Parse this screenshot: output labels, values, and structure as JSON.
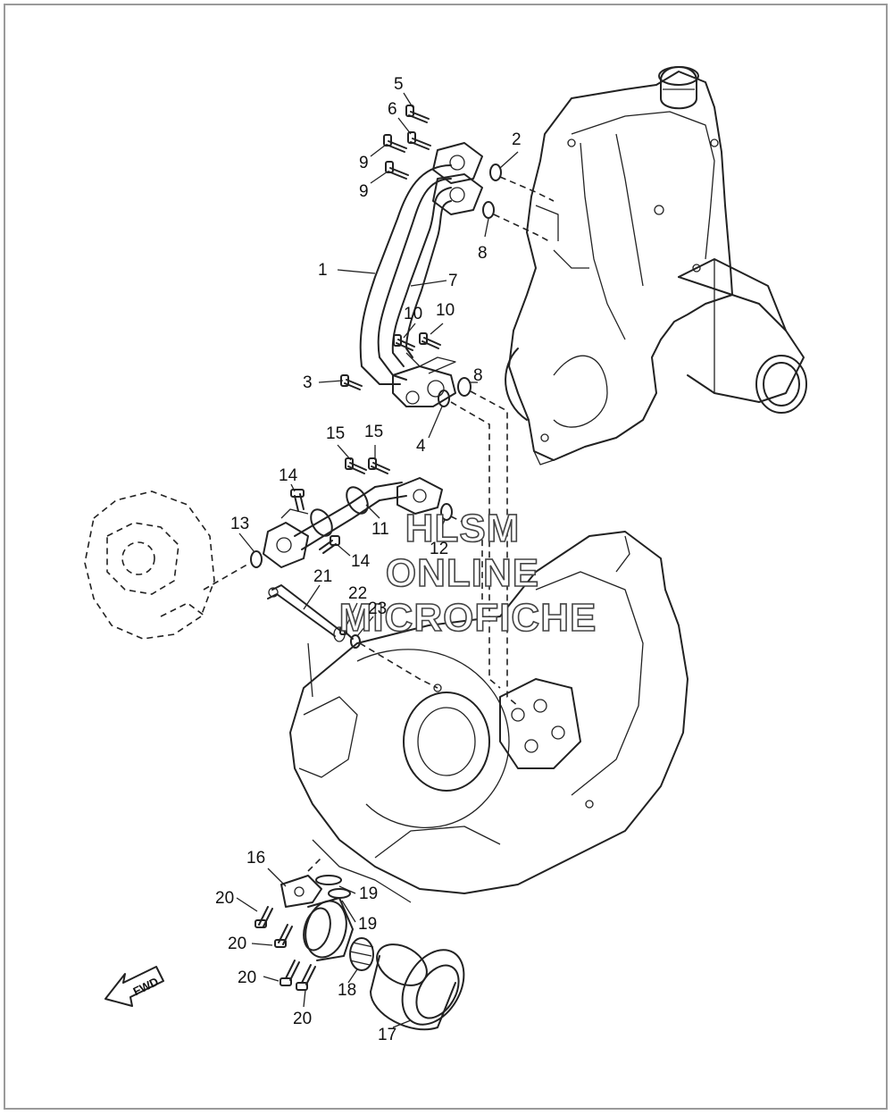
{
  "callouts": [
    {
      "num": "1",
      "part": "pipe-1"
    },
    {
      "num": "2",
      "part": "o-ring-2"
    },
    {
      "num": "3",
      "part": "bolt-3"
    },
    {
      "num": "4",
      "part": "o-ring-4"
    },
    {
      "num": "5",
      "part": "bolt-5"
    },
    {
      "num": "6",
      "part": "bolt-6"
    },
    {
      "num": "7",
      "part": "pipe-7"
    },
    {
      "num": "8",
      "part": "o-ring-8-upper"
    },
    {
      "num": "8",
      "part": "o-ring-8-lower"
    },
    {
      "num": "9",
      "part": "bolt-9-upper"
    },
    {
      "num": "9",
      "part": "bolt-9-lower"
    },
    {
      "num": "10",
      "part": "bolt-10-left"
    },
    {
      "num": "10",
      "part": "bolt-10-right"
    },
    {
      "num": "11",
      "part": "pipe-11"
    },
    {
      "num": "12",
      "part": "o-ring-12"
    },
    {
      "num": "13",
      "part": "o-ring-13"
    },
    {
      "num": "14",
      "part": "bolt-14-upper"
    },
    {
      "num": "14",
      "part": "bolt-14-lower"
    },
    {
      "num": "15",
      "part": "bolt-15-left"
    },
    {
      "num": "15",
      "part": "bolt-15-right"
    },
    {
      "num": "16",
      "part": "stay-16"
    },
    {
      "num": "17",
      "part": "oil-filter-17"
    },
    {
      "num": "18",
      "part": "union-bolt-18"
    },
    {
      "num": "19",
      "part": "o-ring-19-upper"
    },
    {
      "num": "19",
      "part": "o-ring-19-lower"
    },
    {
      "num": "20",
      "part": "bolt-20-a"
    },
    {
      "num": "20",
      "part": "bolt-20-b"
    },
    {
      "num": "20",
      "part": "bolt-20-c"
    },
    {
      "num": "20",
      "part": "bolt-20-d"
    },
    {
      "num": "21",
      "part": "pipe-21"
    },
    {
      "num": "22",
      "part": "bolt-22"
    },
    {
      "num": "23",
      "part": "o-ring-23"
    }
  ],
  "watermark": {
    "line1": "HLSM",
    "line2": "ONLINE",
    "line3": "MICROFICHE"
  },
  "fwd_label": "FWD"
}
